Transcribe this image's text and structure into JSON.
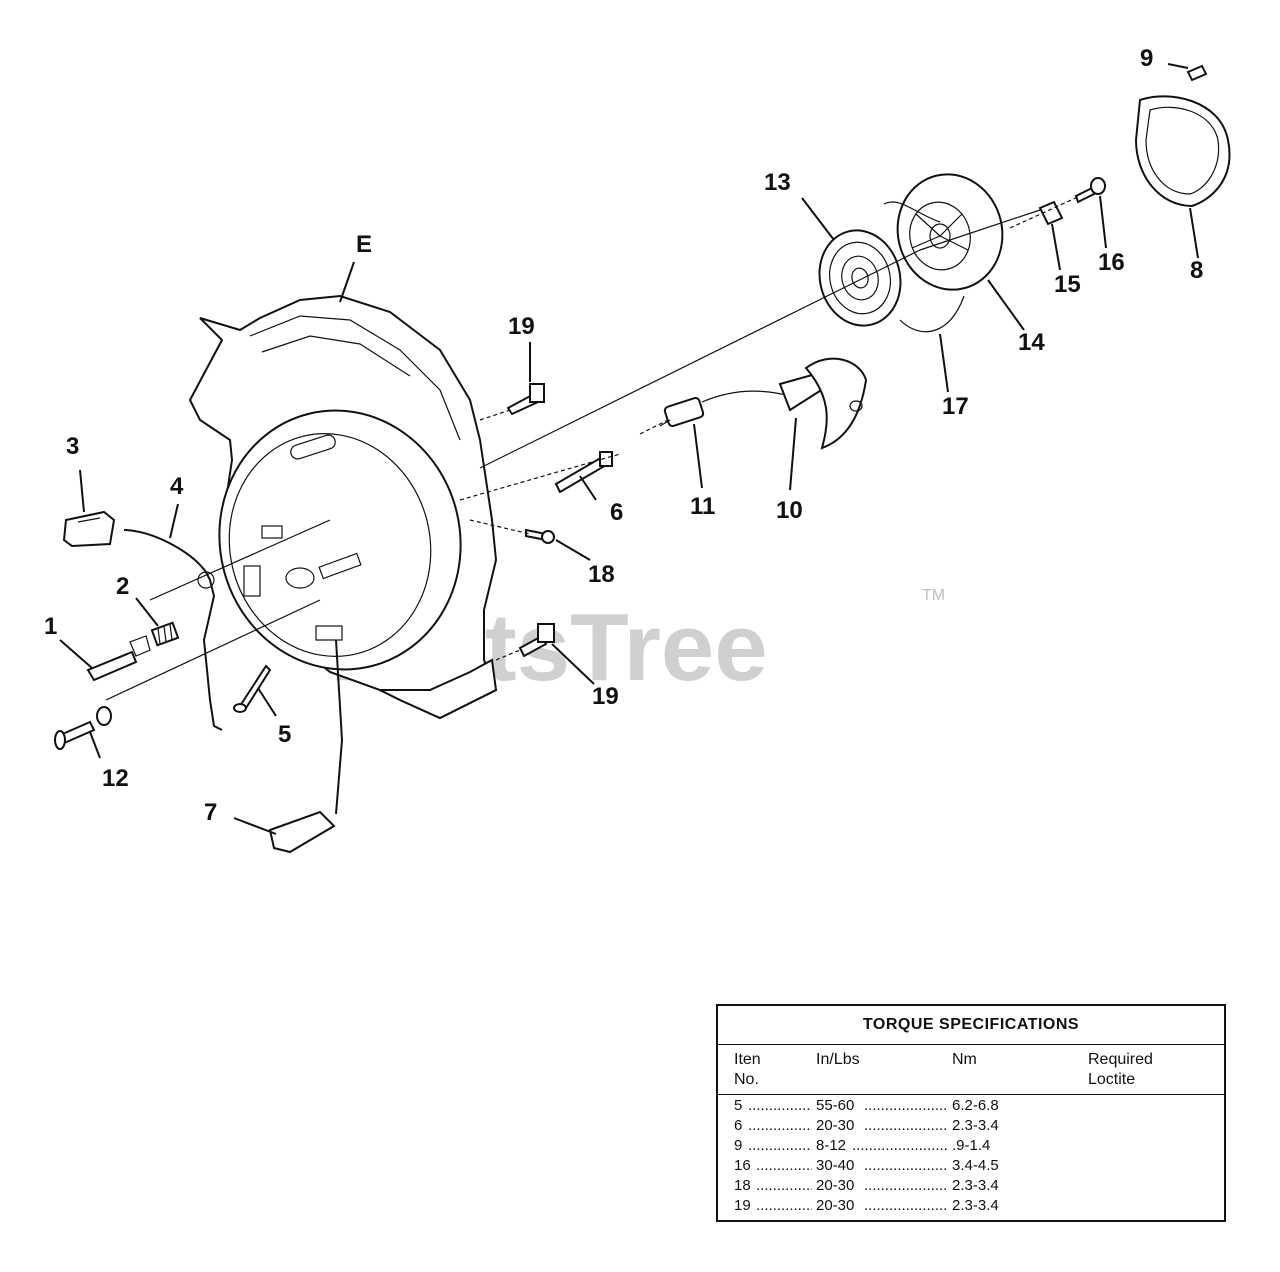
{
  "watermark": {
    "text": "PartsTree",
    "tm": "TM"
  },
  "callouts": {
    "E": "E",
    "c1": "1",
    "c2": "2",
    "c3": "3",
    "c4": "4",
    "c5": "5",
    "c6": "6",
    "c7": "7",
    "c8": "8",
    "c9": "9",
    "c10": "10",
    "c11": "11",
    "c12": "12",
    "c13": "13",
    "c14": "14",
    "c15": "15",
    "c16": "16",
    "c17": "17",
    "c18": "18",
    "c19a": "19",
    "c19b": "19"
  },
  "torque": {
    "title": "TORQUE SPECIFICATIONS",
    "headers": {
      "item_line1": "Iten",
      "item_line2": "No.",
      "inlbs": "In/Lbs",
      "nm": "Nm",
      "loctite_line1": "Required",
      "loctite_line2": "Loctite"
    },
    "rows": [
      {
        "item": "5",
        "inlbs": "55-60",
        "nm": "6.2-6.8"
      },
      {
        "item": "6",
        "inlbs": "20-30",
        "nm": "2.3-3.4"
      },
      {
        "item": "9",
        "inlbs": "8-12",
        "nm": ".9-1.4"
      },
      {
        "item": "16",
        "inlbs": "30-40",
        "nm": "3.4-4.5"
      },
      {
        "item": "18",
        "inlbs": "20-30",
        "nm": "2.3-3.4"
      },
      {
        "item": "19",
        "inlbs": "20-30",
        "nm": "2.3-3.4"
      }
    ]
  }
}
